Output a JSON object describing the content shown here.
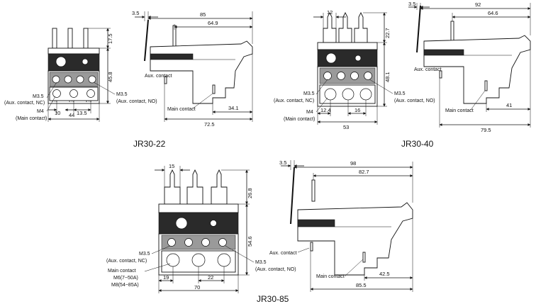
{
  "models": {
    "jr30_22": {
      "name": "JR30-22",
      "front": {
        "height_top": "17.5",
        "height_mid": "45.8",
        "width": "44",
        "pitch_a": "10",
        "pitch_b": "13.5",
        "aux_nc": [
          "M3.5",
          "(Aux. contact, NC)"
        ],
        "aux_no": [
          "M3.5",
          "(Aux. contact, NO)"
        ],
        "main": [
          "M4",
          "(Main contact)"
        ]
      },
      "side": {
        "offset": "3.5",
        "total": "85",
        "inner": "64.9",
        "main_dim": "34.1",
        "depth": "72.5",
        "aux_label": "Aux. contact",
        "main_label": "Main contact"
      }
    },
    "jr30_40": {
      "name": "JR30-40",
      "front": {
        "lug_width": "12",
        "height_top": "22.7",
        "height_mid": "48.1",
        "width": "53",
        "pitch_a": "12.4",
        "pitch_b": "16",
        "aux_nc": [
          "M3.5",
          "(Aux. contact, NC)"
        ],
        "aux_no": [
          "M3.5",
          "(Aux. contact, NO)"
        ],
        "main": [
          "M4",
          "(Main contact)"
        ]
      },
      "side": {
        "offset": "3.5",
        "total": "92",
        "inner": "64.6",
        "main_dim": "41",
        "depth": "79.5",
        "aux_label": "Aux. contact",
        "main_label": "Main contact"
      }
    },
    "jr30_85": {
      "name": "JR30-85",
      "front": {
        "lug_width": "15",
        "height_top": "26.8",
        "height_mid": "54.6",
        "width": "70",
        "pitch_a": "19",
        "pitch_b": "22",
        "aux_nc": [
          "M3.5",
          "(Aux. contact, NC)"
        ],
        "aux_no": [
          "M3.5",
          "(Aux. contact, NO)"
        ],
        "main": [
          "Main contact",
          "M6(7~50A)",
          "M8(54~85A)"
        ]
      },
      "side": {
        "offset": "3.5",
        "total": "98",
        "inner": "82.7",
        "main_dim": "42.5",
        "depth": "85.5",
        "aux_label": "Aux. contact",
        "main_label": "Main contact"
      }
    }
  }
}
